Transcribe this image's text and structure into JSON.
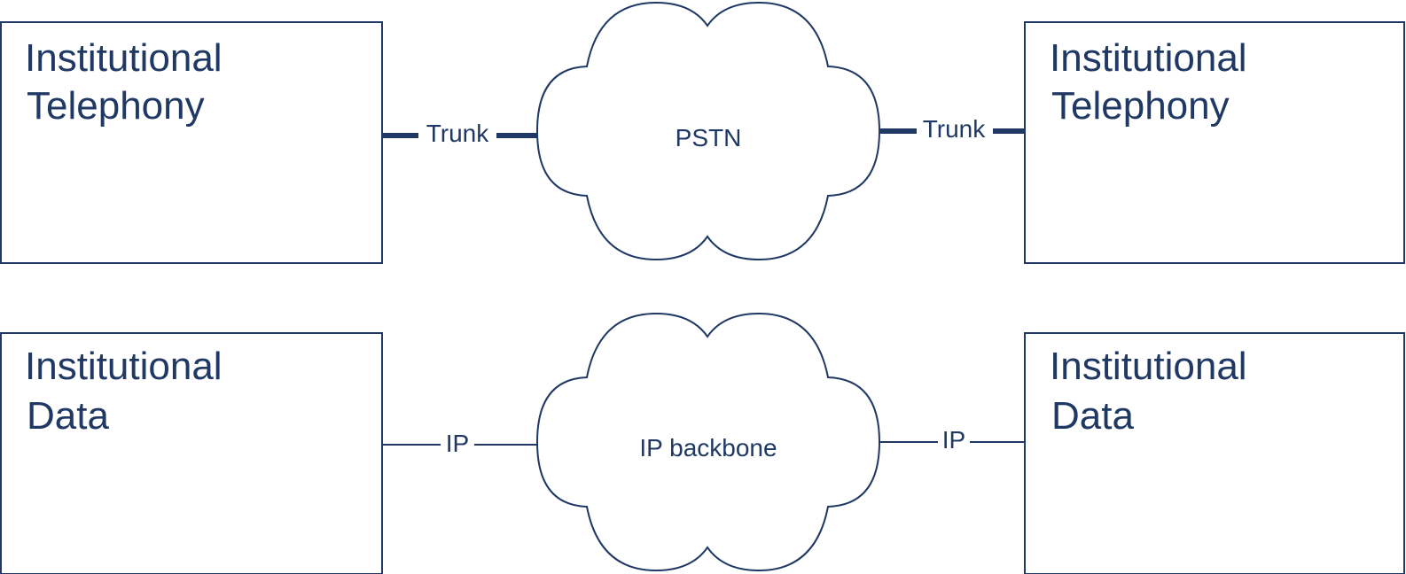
{
  "nodes": {
    "tel_left": {
      "line1": "Institutional",
      "line2": "Telephony"
    },
    "tel_right": {
      "line1": "Institutional",
      "line2": "Telephony"
    },
    "data_left": {
      "line1": "Institutional",
      "line2": "Data"
    },
    "data_right": {
      "line1": "Institutional",
      "line2": "Data"
    }
  },
  "clouds": {
    "pstn": "PSTN",
    "ip_backbone": "IP backbone"
  },
  "links": {
    "trunk_left": "Trunk",
    "trunk_right": "Trunk",
    "ip_left": "IP",
    "ip_right": "IP"
  },
  "colors": {
    "stroke": "#1f3864",
    "background": "#ffffff"
  }
}
